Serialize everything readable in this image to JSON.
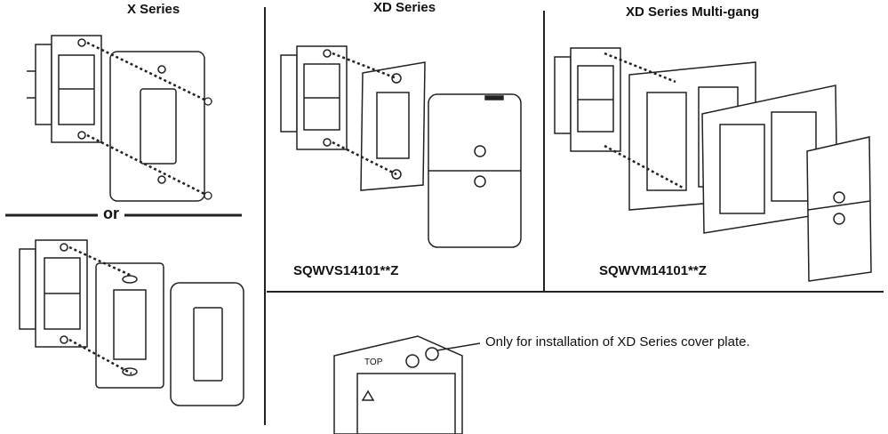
{
  "panels": {
    "x_series": {
      "title": "X Series",
      "separator": "or"
    },
    "xd_series": {
      "title": "XD Series",
      "model": "SQWVS14101**Z"
    },
    "xd_multigang": {
      "title": "XD Series Multi-gang",
      "model": "SQWVM14101**Z"
    }
  },
  "detail": {
    "top_label": "TOP",
    "note": "Only for installation of XD Series cover plate."
  }
}
